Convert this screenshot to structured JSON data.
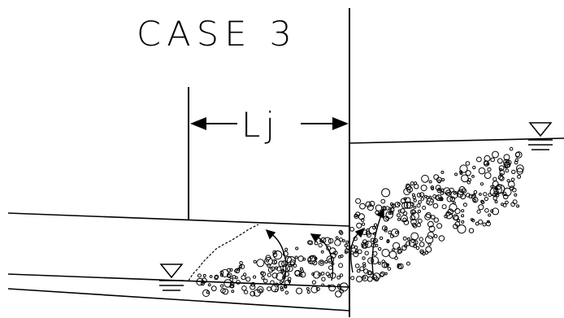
{
  "diagram": {
    "title": "CASE 3",
    "length_label": "Lj",
    "colors": {
      "line": "#000000",
      "background": "#ffffff"
    },
    "icons": [
      "water-surface-symbol",
      "arrow-left-icon",
      "arrow-right-icon",
      "curved-flow-arrow-icon"
    ]
  }
}
